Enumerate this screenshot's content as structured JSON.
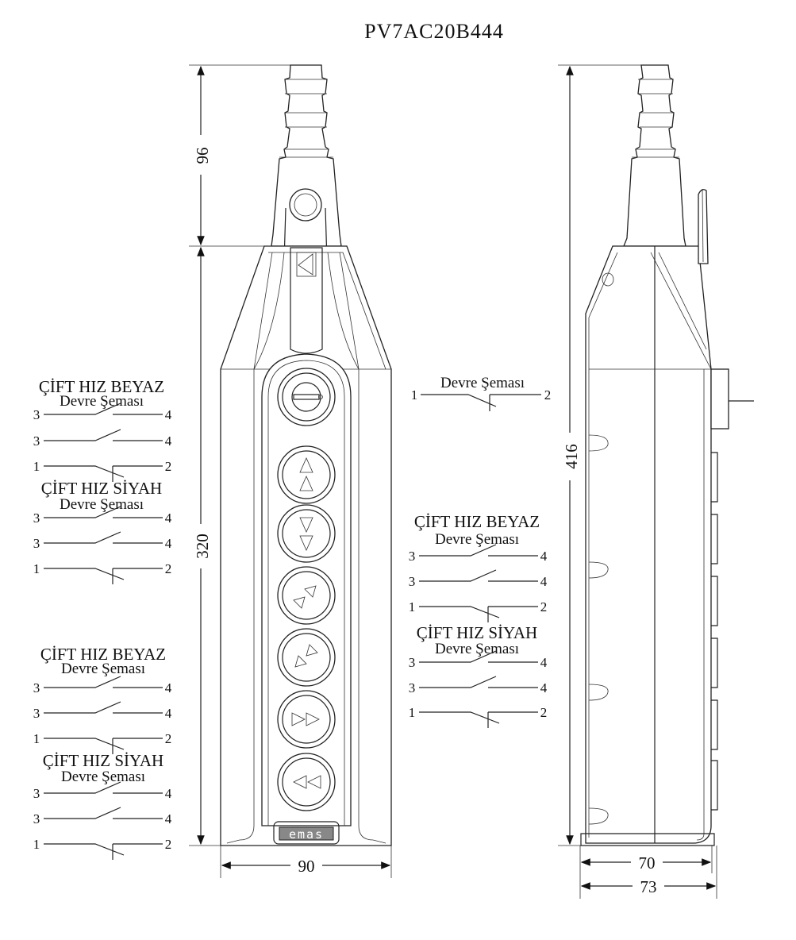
{
  "title": "PV7AC20B444",
  "logo_text": "emas",
  "dimensions": {
    "cable_height": "96",
    "body_height": "320",
    "total_height": "416",
    "front_width": "90",
    "side_depth": "70",
    "side_depth_total": "73"
  },
  "key_switch_circuit": {
    "title": "Devre Şeması",
    "left": "1",
    "right": "2"
  },
  "circuit_groups": [
    {
      "name": "left-upper",
      "blocks": [
        {
          "title": "ÇİFT HIZ BEYAZ",
          "subtitle": "Devre Şeması",
          "rows": [
            {
              "l": "3",
              "r": "4",
              "type": "no"
            },
            {
              "l": "3",
              "r": "4",
              "type": "no"
            },
            {
              "l": "1",
              "r": "2",
              "type": "nc"
            }
          ]
        },
        {
          "title": "ÇİFT HIZ SİYAH",
          "subtitle": "Devre Şeması",
          "rows": [
            {
              "l": "3",
              "r": "4",
              "type": "no"
            },
            {
              "l": "3",
              "r": "4",
              "type": "no"
            },
            {
              "l": "1",
              "r": "2",
              "type": "nc"
            }
          ]
        }
      ]
    },
    {
      "name": "left-lower",
      "blocks": [
        {
          "title": "ÇİFT HIZ BEYAZ",
          "subtitle": "Devre Şeması",
          "rows": [
            {
              "l": "3",
              "r": "4",
              "type": "no"
            },
            {
              "l": "3",
              "r": "4",
              "type": "no"
            },
            {
              "l": "1",
              "r": "2",
              "type": "nc"
            }
          ]
        },
        {
          "title": "ÇİFT HIZ SİYAH",
          "subtitle": "Devre Şeması",
          "rows": [
            {
              "l": "3",
              "r": "4",
              "type": "no"
            },
            {
              "l": "3",
              "r": "4",
              "type": "no"
            },
            {
              "l": "1",
              "r": "2",
              "type": "nc"
            }
          ]
        }
      ]
    },
    {
      "name": "right",
      "blocks": [
        {
          "title": "ÇİFT HIZ BEYAZ",
          "subtitle": "Devre Şeması",
          "rows": [
            {
              "l": "3",
              "r": "4",
              "type": "no"
            },
            {
              "l": "3",
              "r": "4",
              "type": "no"
            },
            {
              "l": "1",
              "r": "2",
              "type": "nc"
            }
          ]
        },
        {
          "title": "ÇİFT HIZ SİYAH",
          "subtitle": "Devre Şeması",
          "rows": [
            {
              "l": "3",
              "r": "4",
              "type": "no"
            },
            {
              "l": "3",
              "r": "4",
              "type": "no"
            },
            {
              "l": "1",
              "r": "2",
              "type": "nc"
            }
          ]
        }
      ]
    }
  ],
  "buttons": [
    {
      "icon": "key-switch-icon"
    },
    {
      "icon": "up-double-arrow-icon"
    },
    {
      "icon": "down-double-arrow-icon"
    },
    {
      "icon": "diagonal-up-right-arrow-icon"
    },
    {
      "icon": "diagonal-down-left-arrow-icon"
    },
    {
      "icon": "right-double-arrow-icon"
    },
    {
      "icon": "left-double-arrow-icon"
    }
  ]
}
